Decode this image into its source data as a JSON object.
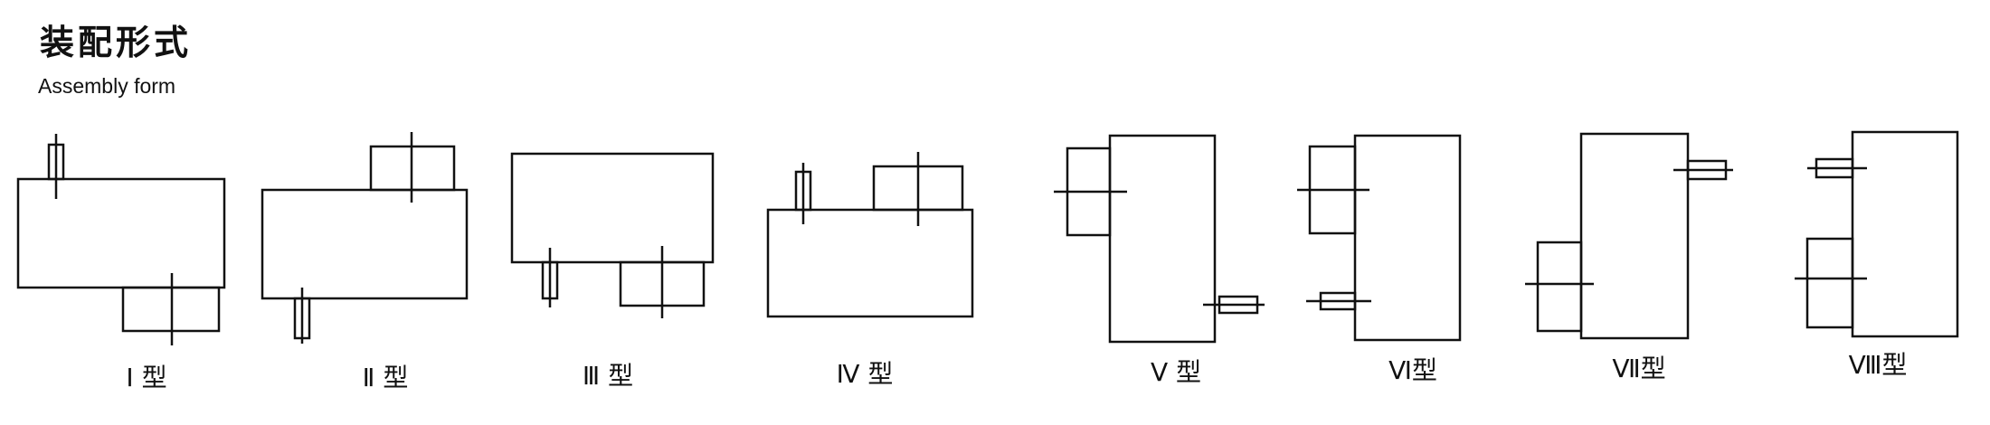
{
  "title": {
    "cn": "装配形式",
    "en": "Assembly form"
  },
  "colors": {
    "line": "#111111",
    "background": "#ffffff"
  },
  "types": [
    {
      "id": "type-1",
      "label": "Ⅰ 型"
    },
    {
      "id": "type-2",
      "label": "Ⅱ 型"
    },
    {
      "id": "type-3",
      "label": "Ⅲ 型"
    },
    {
      "id": "type-4",
      "label": "Ⅳ 型"
    },
    {
      "id": "type-5",
      "label": "Ⅴ 型"
    },
    {
      "id": "type-6",
      "label": "Ⅵ型"
    },
    {
      "id": "type-7",
      "label": "Ⅶ型"
    },
    {
      "id": "type-8",
      "label": "Ⅷ型"
    }
  ]
}
